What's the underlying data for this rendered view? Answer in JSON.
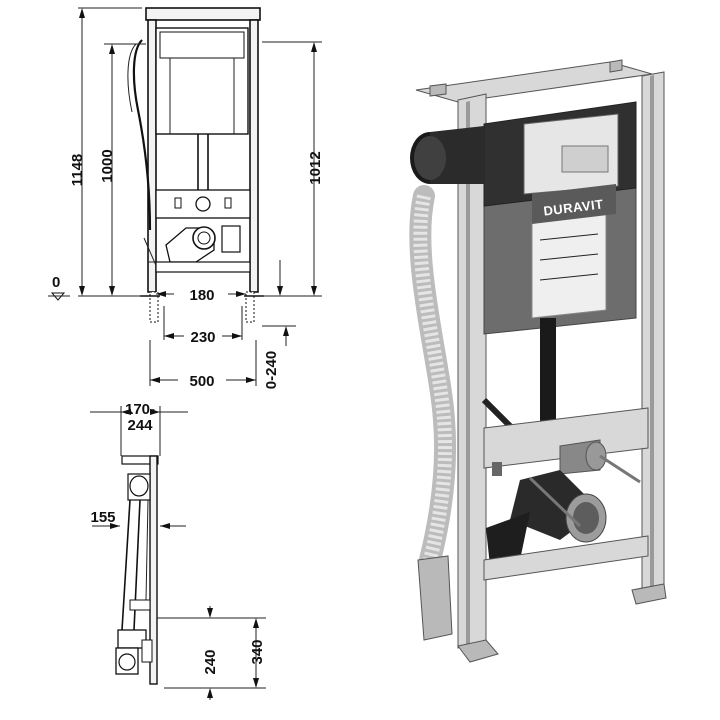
{
  "front_view": {
    "dim_total_height": "1148",
    "dim_height_1000": "1000",
    "dim_height_1012": "1012",
    "dim_zero": "0",
    "dim_180": "180",
    "dim_230": "230",
    "dim_500": "500",
    "dim_foot_range": "0-240"
  },
  "side_view": {
    "dim_depth": "170-\n244",
    "dim_depth_line1": "170-",
    "dim_depth_line2": "244",
    "dim_155": "155",
    "dim_240": "240",
    "dim_340": "340"
  },
  "product_photo": {
    "brand": "DURAVIT"
  }
}
